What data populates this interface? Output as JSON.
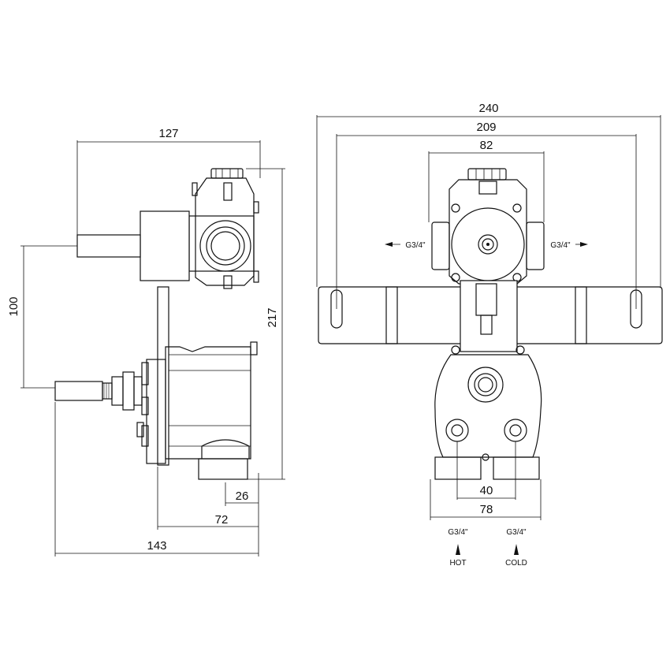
{
  "dimensions": {
    "side_total_depth": "143",
    "side_body_depth": "72",
    "side_outlet_offset": "26",
    "side_handle_depth": "127",
    "side_height": "217",
    "side_handle_spacing": "100",
    "front_bracket_width": "240",
    "front_slot_spacing": "209",
    "front_body_width": "82",
    "front_inlet_spacing": "40",
    "front_base_width": "78"
  },
  "labels": {
    "outlet_left_thread": "G3/4\"",
    "outlet_right_thread": "G3/4\"",
    "inlet_hot_thread": "G3/4\"",
    "inlet_cold_thread": "G3/4\"",
    "hot": "HOT",
    "cold": "COLD"
  }
}
